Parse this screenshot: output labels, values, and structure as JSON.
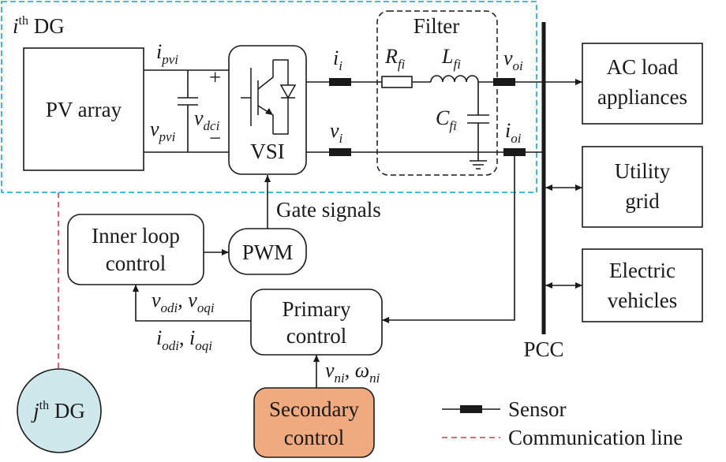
{
  "title": {
    "pre": "i",
    "sup": "th",
    "post": " DG"
  },
  "pv_array": "PV array",
  "vsi": "VSI",
  "filter": "Filter",
  "gate_signals": "Gate signals",
  "pwm": "PWM",
  "inner_loop": [
    "Inner loop",
    "control"
  ],
  "primary": [
    "Primary",
    "control"
  ],
  "secondary": [
    "Secondary",
    "control"
  ],
  "ac_load": [
    "AC load",
    "appliances"
  ],
  "utility_grid": [
    "Utility",
    "grid"
  ],
  "electric_vehicles": [
    "Electric",
    "vehicles"
  ],
  "pcc": "PCC",
  "jth_dg": {
    "pre": "j",
    "sup": "th",
    "post": " DG"
  },
  "symbols": {
    "i_pv": {
      "base": "i",
      "sub": "pvi"
    },
    "v_pv": {
      "base": "v",
      "sub": "pvi"
    },
    "v_dc": {
      "base": "v",
      "sub": "dci"
    },
    "plus": "+",
    "minus": "−",
    "i_i": {
      "base": "i",
      "sub": "i"
    },
    "v_i": {
      "base": "v",
      "sub": "i"
    },
    "R": {
      "base": "R",
      "sub": "fi"
    },
    "L": {
      "base": "L",
      "sub": "fi"
    },
    "C": {
      "base": "C",
      "sub": "fi"
    },
    "v_oi": {
      "base": "v",
      "sub": "oi"
    },
    "i_oi": {
      "base": "i",
      "sub": "oi"
    },
    "vod": {
      "base": "v",
      "sub": "odi"
    },
    "voq": {
      "base": "v",
      "sub": "oqi"
    },
    "iod": {
      "base": "i",
      "sub": "odi"
    },
    "ioq": {
      "base": "i",
      "sub": "oqi"
    },
    "vn": {
      "base": "v",
      "sub": "ni"
    },
    "wn": {
      "base": "ω",
      "sub": "ni"
    },
    "comma": ", "
  },
  "legend": {
    "sensor": "Sensor",
    "comm": "Communication line"
  },
  "colors": {
    "dg_border": "#2ab0d8",
    "comm_line": "#d23c4a",
    "secondary_fill": "#f0aa80",
    "jdg_fill": "#cfe8ec"
  }
}
